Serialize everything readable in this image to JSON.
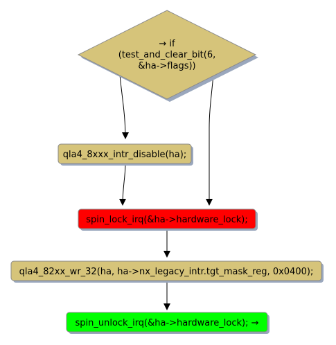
{
  "diagram": {
    "decision": {
      "lines": [
        "→ if",
        "(test_and_clear_bit(6,",
        "&ha->flags))"
      ],
      "fill": "#d6c47a"
    },
    "intr_disable": {
      "label": "qla4_8xxx_intr_disable(ha);",
      "fill": "#d6c47a"
    },
    "spin_lock": {
      "label": "spin_lock_irq(&ha->hardware_lock);",
      "fill": "#ff0000"
    },
    "wr_32": {
      "label": "qla4_82xx_wr_32(ha, ha->nx_legacy_intr.tgt_mask_reg, 0x0400);",
      "fill": "#d6c47a"
    },
    "spin_unlock": {
      "label": "spin_unlock_irq(&ha->hardware_lock); →",
      "fill": "#00ff00"
    },
    "colors": {
      "shadow": "#9aa7bd",
      "edge": "#000000",
      "border": "#000000"
    }
  }
}
